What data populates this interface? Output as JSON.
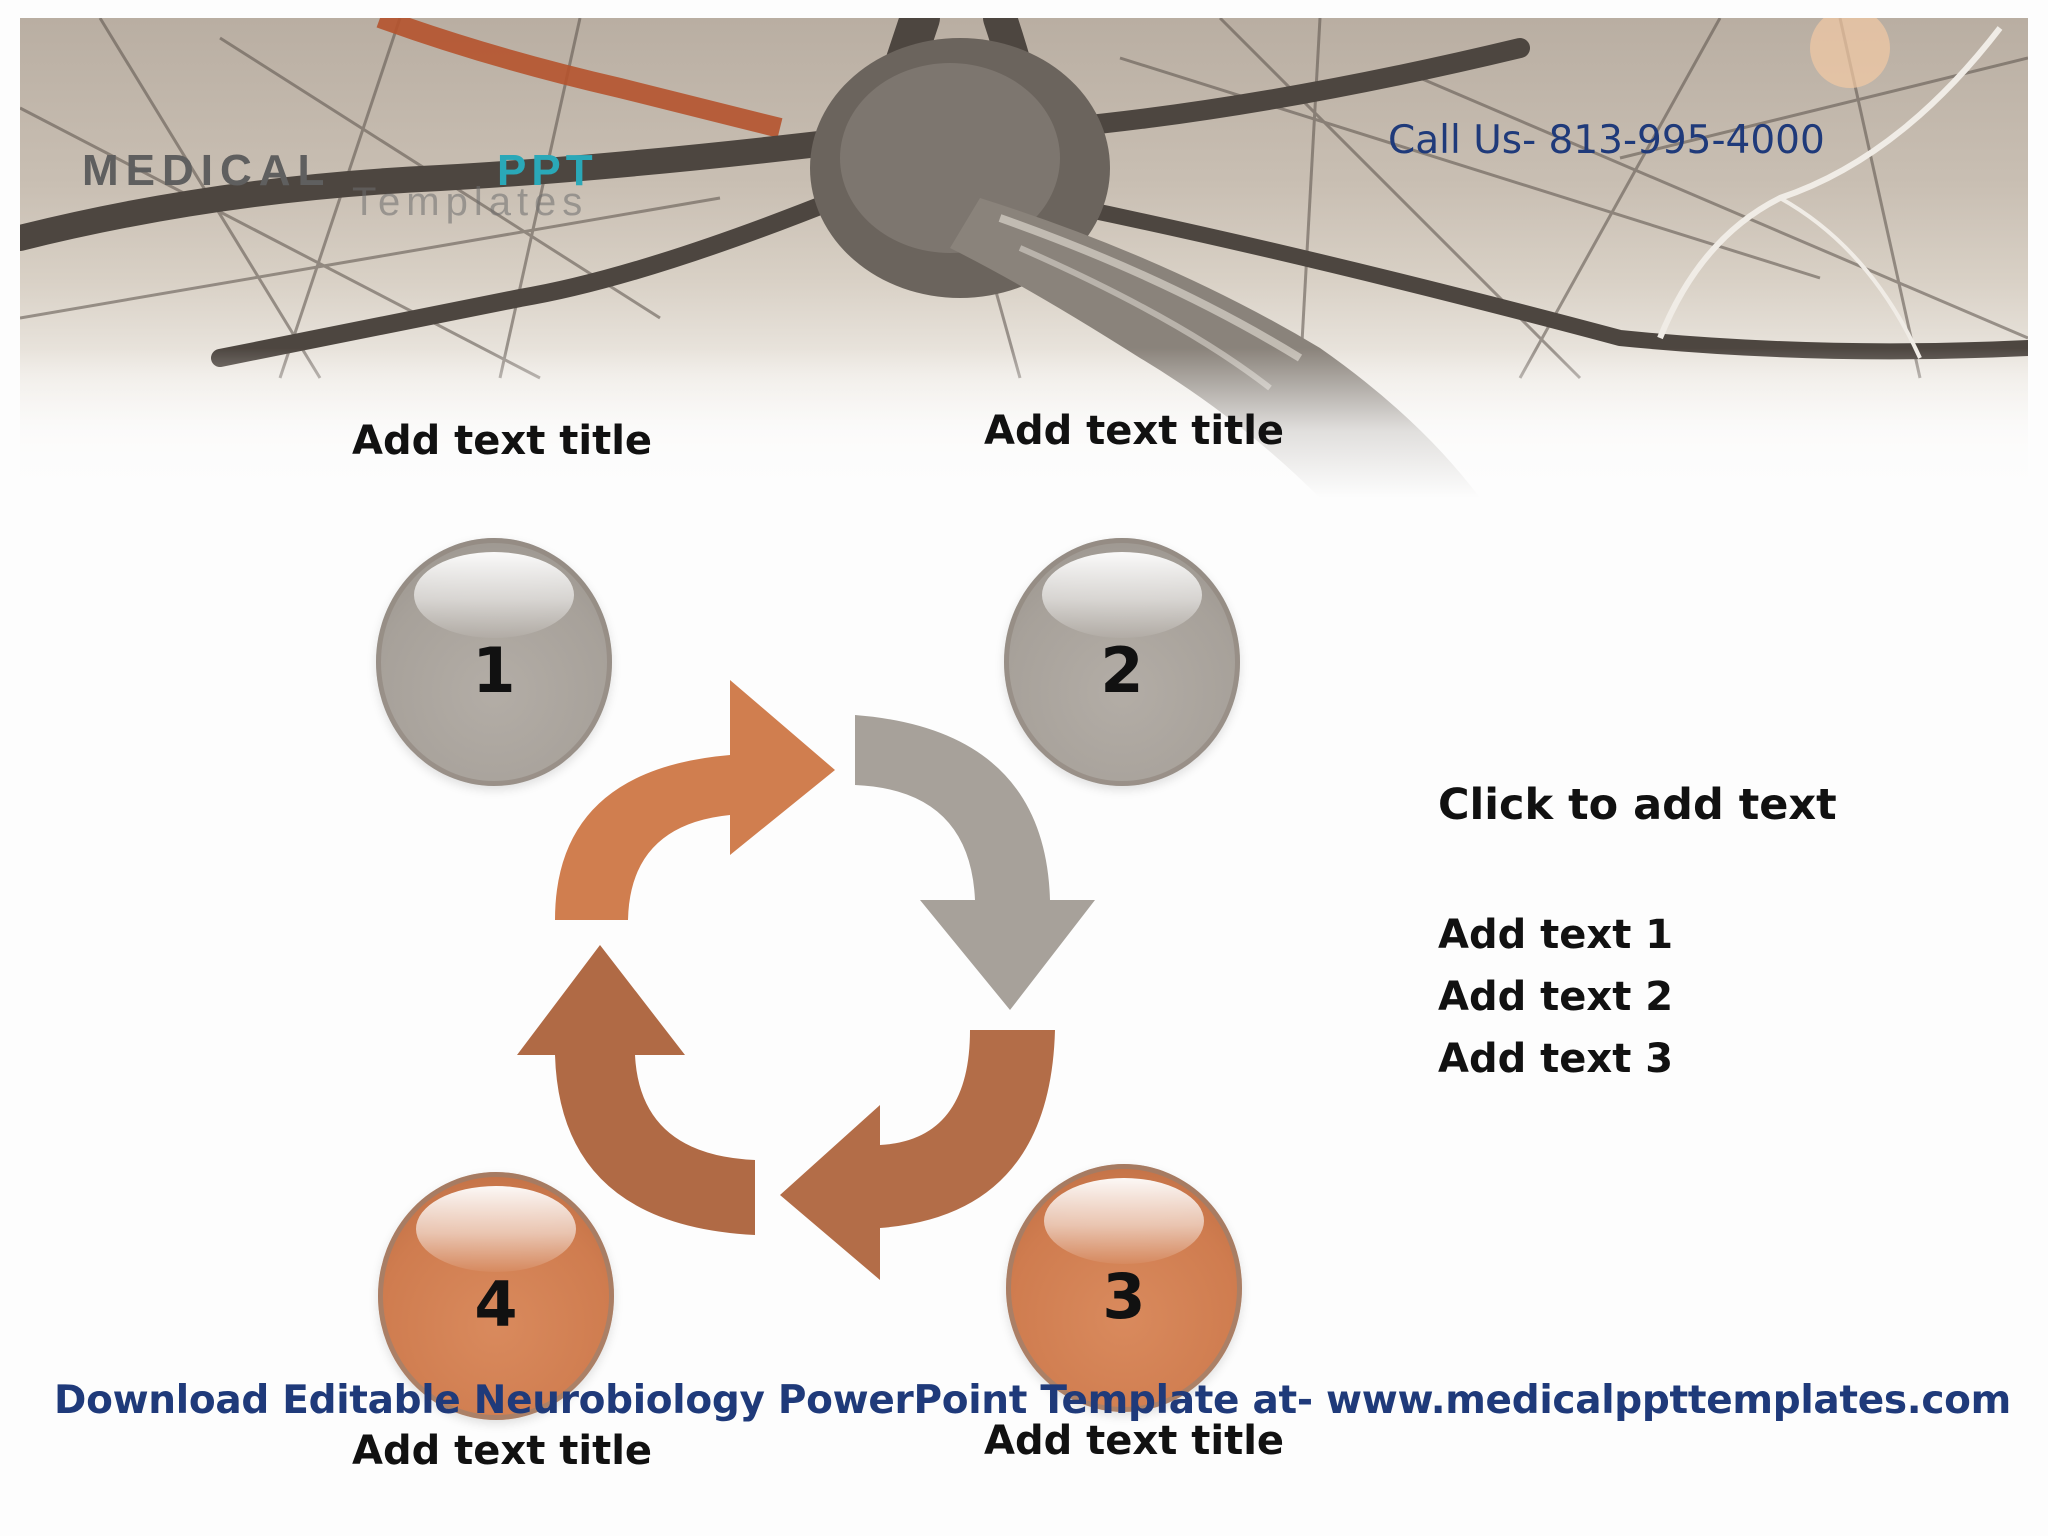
{
  "header": {
    "logo_main": "MEDICAL",
    "logo_accent": "PPT",
    "logo_sub": "Templates",
    "phone": "Call Us- 813-995-4000"
  },
  "titles": {
    "top_left": "Add text title",
    "top_right": "Add text title",
    "bottom_left": "Add text title",
    "bottom_right": "Add text title"
  },
  "steps": [
    {
      "number": "1",
      "color": "gray"
    },
    {
      "number": "2",
      "color": "gray"
    },
    {
      "number": "3",
      "color": "orange"
    },
    {
      "number": "4",
      "color": "orange"
    }
  ],
  "content": {
    "heading": "Click to add text",
    "items": [
      "Add text 1",
      "Add text 2",
      "Add text 3"
    ]
  },
  "footer": {
    "text": "Download Editable Neurobiology PowerPoint Template at- www.medicalppttemplates.com"
  },
  "colors": {
    "arrow_orange": "#d07e4f",
    "arrow_gray": "#a7a19a",
    "arrow_brown": "#b06a45",
    "text_blue": "#1f3a7a",
    "logo_teal": "#2aa8b8"
  }
}
